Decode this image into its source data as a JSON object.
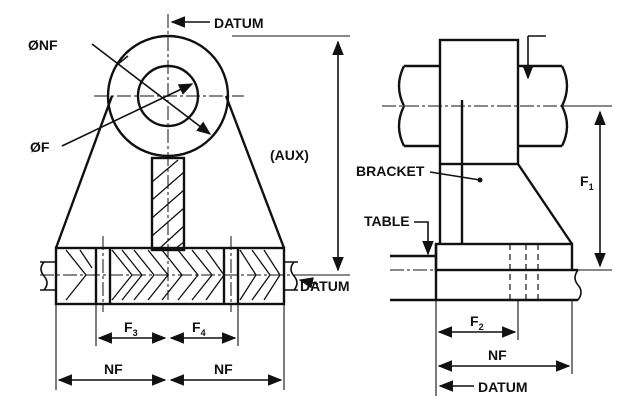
{
  "labels": {
    "phi_nf": "ØNF",
    "phi_f": "ØF",
    "datum_top": "DATUM",
    "aux": "(AUX)",
    "datum_right_left_view": "DATUM",
    "f3_main": "F",
    "f3_sub": "3",
    "f4_main": "F",
    "f4_sub": "4",
    "nf_left": "NF",
    "nf_right": "NF",
    "bracket": "BRACKET",
    "table": "TABLE",
    "f1_main": "F",
    "f1_sub": "1",
    "f2_main": "F",
    "f2_sub": "2",
    "nf_side": "NF",
    "datum_bottom": "DATUM"
  }
}
